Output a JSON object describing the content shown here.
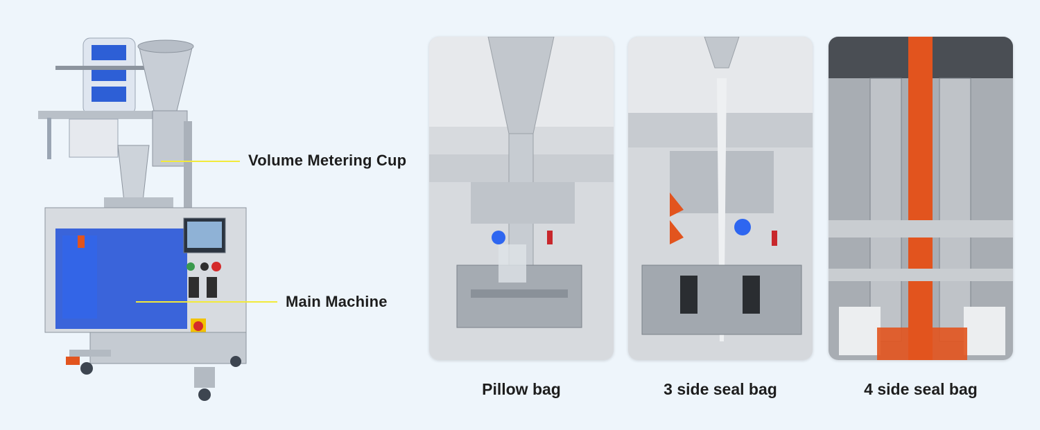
{
  "machine_labels": {
    "volume_metering_cup": "Volume Metering Cup",
    "main_machine": "Main Machine"
  },
  "bag_types": [
    {
      "caption": "Pillow bag"
    },
    {
      "caption": "3 side seal bag"
    },
    {
      "caption": "4 side seal bag"
    }
  ],
  "colors": {
    "background": "#eef5fb",
    "leader_line": "#f2ea3a",
    "panel_blue": "#1f4fd8",
    "film_orange": "#e2541e"
  }
}
